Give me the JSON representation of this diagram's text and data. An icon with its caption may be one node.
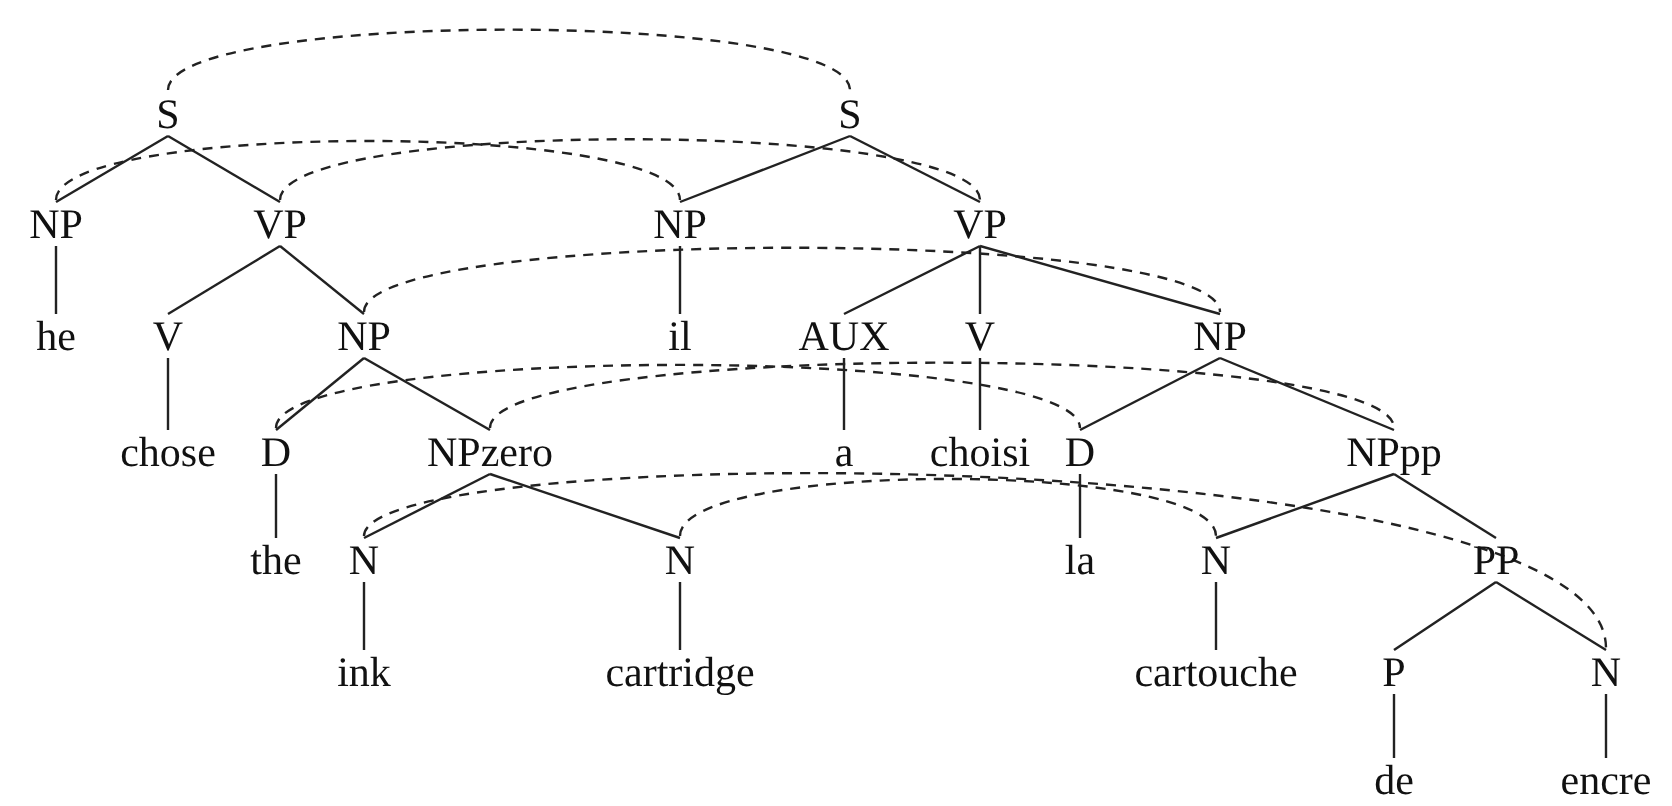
{
  "diagram": {
    "nodes": [
      {
        "text": [
          "S"
        ]
      },
      {
        "text": [
          "NP"
        ]
      },
      {
        "text": [
          "VP"
        ]
      },
      {
        "text": [
          "he"
        ]
      },
      {
        "text": [
          "V"
        ]
      },
      {
        "text": [
          "NP"
        ]
      },
      {
        "text": [
          "chose"
        ]
      },
      {
        "text": [
          "D"
        ]
      },
      {
        "text": [
          "NPzero"
        ]
      },
      {
        "text": [
          "the"
        ]
      },
      {
        "text": [
          "N"
        ]
      },
      {
        "text": [
          "N"
        ]
      },
      {
        "text": [
          "ink"
        ]
      },
      {
        "text": [
          "cartridge"
        ]
      },
      {
        "text": [
          "S"
        ]
      },
      {
        "text": [
          "NP"
        ]
      },
      {
        "text": [
          "VP"
        ]
      },
      {
        "text": [
          "il"
        ]
      },
      {
        "text": [
          "AUX"
        ]
      },
      {
        "text": [
          "V"
        ]
      },
      {
        "text": [
          "NP"
        ]
      },
      {
        "text": [
          "a"
        ]
      },
      {
        "text": [
          "choisi"
        ]
      },
      {
        "text": [
          "D"
        ]
      },
      {
        "text": [
          "NPpp"
        ]
      },
      {
        "text": [
          "la"
        ]
      },
      {
        "text": [
          "N"
        ]
      },
      {
        "text": [
          "PP"
        ]
      },
      {
        "text": [
          "cartouche"
        ]
      },
      {
        "text": [
          "P"
        ]
      },
      {
        "text": [
          "N"
        ]
      },
      {
        "text": [
          "de"
        ]
      },
      {
        "text": [
          "encre"
        ]
      }
    ],
    "edges": [
      {
        "from": 0,
        "to": 1,
        "arrow": "none"
      },
      {
        "from": 0,
        "to": 2,
        "arrow": "none"
      },
      {
        "from": 1,
        "to": 3,
        "arrow": "none"
      },
      {
        "from": 2,
        "to": 4,
        "arrow": "none"
      },
      {
        "from": 2,
        "to": 5,
        "arrow": "none"
      },
      {
        "from": 4,
        "to": 6,
        "arrow": "none"
      },
      {
        "from": 5,
        "to": 7,
        "arrow": "none"
      },
      {
        "from": 5,
        "to": 8,
        "arrow": "none"
      },
      {
        "from": 7,
        "to": 9,
        "arrow": "none"
      },
      {
        "from": 8,
        "to": 10,
        "arrow": "none"
      },
      {
        "from": 8,
        "to": 11,
        "arrow": "none"
      },
      {
        "from": 10,
        "to": 12,
        "arrow": "none"
      },
      {
        "from": 11,
        "to": 13,
        "arrow": "none"
      },
      {
        "from": 14,
        "to": 15,
        "arrow": "none"
      },
      {
        "from": 14,
        "to": 16,
        "arrow": "none"
      },
      {
        "from": 15,
        "to": 17,
        "arrow": "none"
      },
      {
        "from": 16,
        "to": 18,
        "arrow": "none"
      },
      {
        "from": 16,
        "to": 19,
        "arrow": "none"
      },
      {
        "from": 16,
        "to": 20,
        "arrow": "none"
      },
      {
        "from": 18,
        "to": 21,
        "arrow": "none"
      },
      {
        "from": 19,
        "to": 22,
        "arrow": "none"
      },
      {
        "from": 20,
        "to": 23,
        "arrow": "none"
      },
      {
        "from": 20,
        "to": 24,
        "arrow": "none"
      },
      {
        "from": 23,
        "to": 25,
        "arrow": "none"
      },
      {
        "from": 24,
        "to": 26,
        "arrow": "none"
      },
      {
        "from": 24,
        "to": 27,
        "arrow": "none"
      },
      {
        "from": 26,
        "to": 28,
        "arrow": "none"
      },
      {
        "from": 27,
        "to": 29,
        "arrow": "none"
      },
      {
        "from": 27,
        "to": 30,
        "arrow": "none"
      },
      {
        "from": 29,
        "to": 31,
        "arrow": "none"
      },
      {
        "from": 30,
        "to": 32,
        "arrow": "none"
      },
      {
        "from": 0,
        "to": 14,
        "arrow": "none",
        "style": "dashed"
      },
      {
        "from": 1,
        "to": 15,
        "arrow": "none",
        "style": "dashed"
      },
      {
        "from": 2,
        "to": 16,
        "arrow": "none",
        "style": "dashed"
      },
      {
        "from": 5,
        "to": 20,
        "arrow": "none",
        "style": "dashed"
      },
      {
        "from": 7,
        "to": 23,
        "arrow": "none",
        "style": "dashed"
      },
      {
        "from": 8,
        "to": 24,
        "arrow": "none",
        "style": "dashed"
      },
      {
        "from": 10,
        "to": 30,
        "arrow": "none",
        "style": "dashed"
      },
      {
        "from": 11,
        "to": 26,
        "arrow": "none",
        "style": "dashed"
      }
    ]
  }
}
